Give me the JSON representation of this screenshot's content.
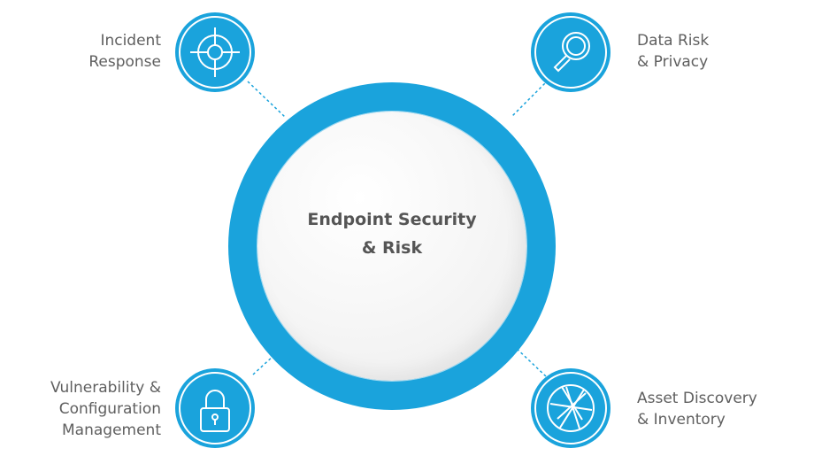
{
  "center": {
    "line1": "Endpoint Security",
    "line2": "& Risk"
  },
  "nodes": {
    "incident_response": {
      "lines": [
        "Incident",
        "Response"
      ],
      "icon": "crosshair-icon"
    },
    "data_risk": {
      "lines": [
        "Data Risk",
        "& Privacy"
      ],
      "icon": "magnifier-icon"
    },
    "vulnerability": {
      "lines": [
        "Vulnerability &",
        "Configuration",
        "Management"
      ],
      "icon": "padlock-icon"
    },
    "asset_discovery": {
      "lines": [
        "Asset Discovery",
        "& Inventory"
      ],
      "icon": "aperture-icon"
    }
  },
  "colors": {
    "accent": "#1aa3dc",
    "text": "#5f5f5f",
    "title": "#555555"
  }
}
